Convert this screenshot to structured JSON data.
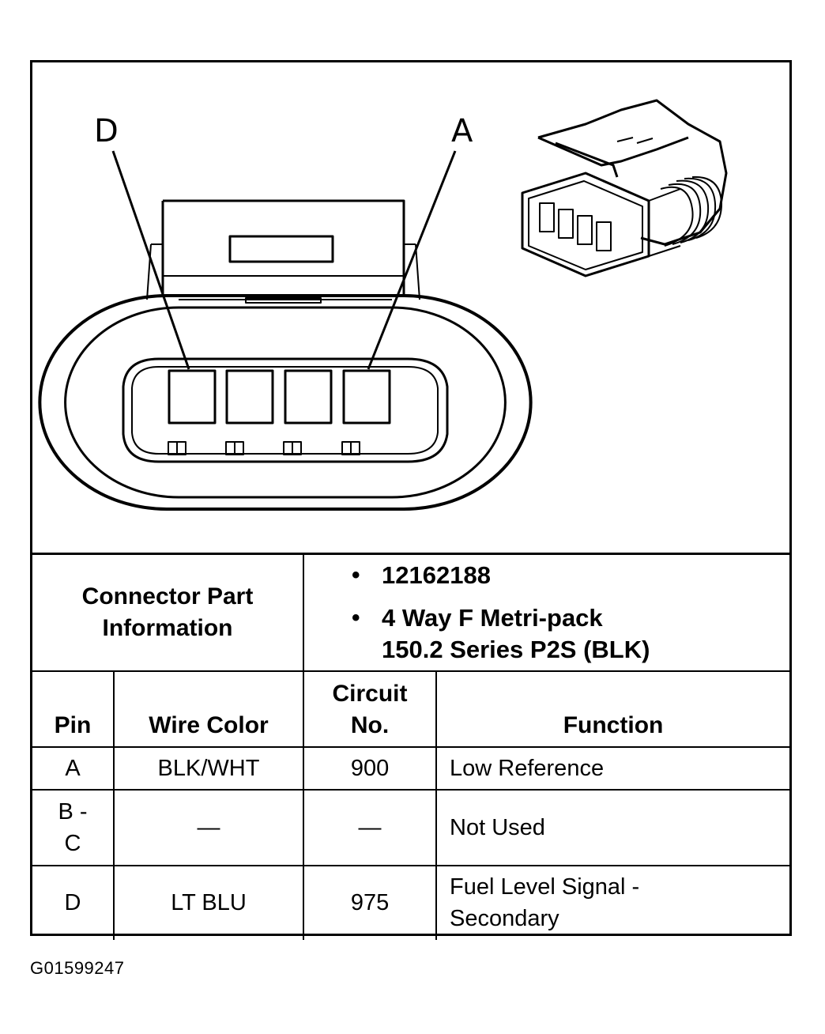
{
  "diagram": {
    "pin_label_left": "D",
    "pin_label_right": "A"
  },
  "connector_info": {
    "label_line1": "Connector Part",
    "label_line2": "Information",
    "part_number": "12162188",
    "description_line1": "4 Way F Metri-pack",
    "description_line2": "150.2 Series P2S (BLK)"
  },
  "pin_table": {
    "headers": {
      "pin": "Pin",
      "wire_color": "Wire Color",
      "circuit_line1": "Circuit",
      "circuit_line2": "No.",
      "function": "Function"
    },
    "rows": [
      {
        "pin_line1": "A",
        "pin_line2": "",
        "wire_color": "BLK/WHT",
        "circuit": "900",
        "function_line1": "Low Reference",
        "function_line2": ""
      },
      {
        "pin_line1": "B -",
        "pin_line2": "C",
        "wire_color": "—",
        "circuit": "—",
        "function_line1": "Not Used",
        "function_line2": ""
      },
      {
        "pin_line1": "D",
        "pin_line2": "",
        "wire_color": "LT BLU",
        "circuit": "975",
        "function_line1": "Fuel Level Signal -",
        "function_line2": "Secondary"
      }
    ]
  },
  "figure_id": "G01599247"
}
